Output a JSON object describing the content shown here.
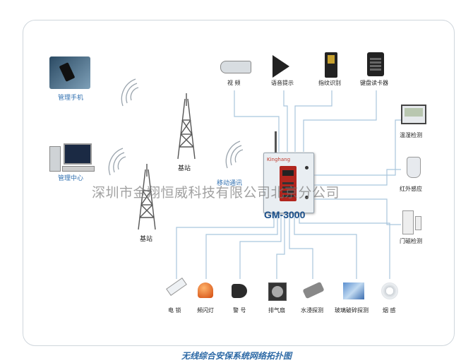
{
  "left_nodes": {
    "phone_label": "管理手机",
    "center_label": "管理中心",
    "station1_label": "基站",
    "station2_label": "基站",
    "mobile_label": "移动通讯"
  },
  "top_devices": [
    {
      "label": "视  频",
      "icon": "camera-icon"
    },
    {
      "label": "语音提示",
      "icon": "speaker-icon"
    },
    {
      "label": "指纹识别",
      "icon": "fingerprint-icon"
    },
    {
      "label": "键盘读卡器",
      "icon": "keypad-icon"
    }
  ],
  "right_devices": [
    {
      "label": "温湿检测",
      "icon": "thermo-icon"
    },
    {
      "label": "红外感应",
      "icon": "infrared-icon"
    },
    {
      "label": "门磁检测",
      "icon": "door-sensor-icon"
    }
  ],
  "bottom_devices": [
    {
      "label": "电  锁",
      "icon": "lock-icon"
    },
    {
      "label": "频闪灯",
      "icon": "strobe-icon"
    },
    {
      "label": "警  号",
      "icon": "siren-icon"
    },
    {
      "label": "排气扇",
      "icon": "fan-icon"
    },
    {
      "label": "水浸探测",
      "icon": "water-icon"
    },
    {
      "label": "玻璃破碎探测",
      "icon": "glass-icon"
    },
    {
      "label": "烟  感",
      "icon": "smoke-icon"
    }
  ],
  "controller": {
    "model": "GM-3000",
    "brand": "Kinghang"
  },
  "watermark": "深圳市金翔恒威科技有限公司北京分公司",
  "caption": "无线综合安保系统网络拓扑图",
  "colors": {
    "line": "#a9c6dd",
    "accent": "#2f6fb0"
  }
}
